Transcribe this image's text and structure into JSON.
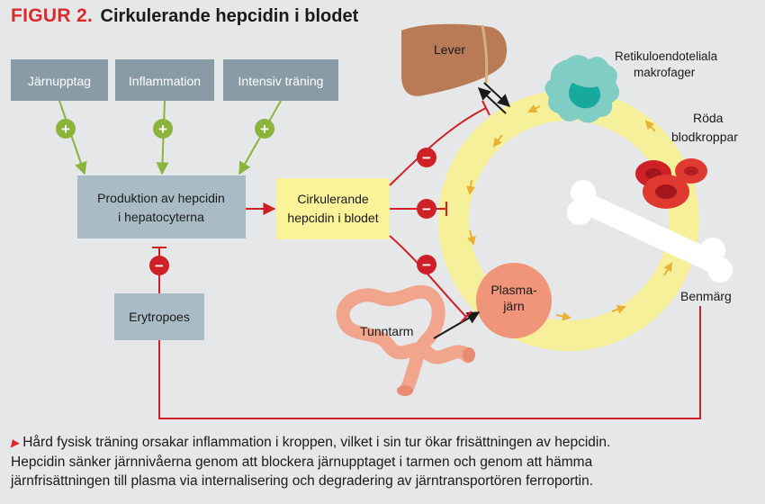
{
  "figure": {
    "label": "FIGUR 2.",
    "title": "Cirkulerande hepcidin i blodet"
  },
  "boxes": {
    "iron_uptake": "Järnupptag",
    "inflammation": "Inflammation",
    "intensive_training": "Intensiv träning",
    "production_line1": "Produktion av hepcidin",
    "production_line2": "i hepatocyterna",
    "circulating_line1": "Cirkulerande",
    "circulating_line2": "hepcidin i blodet",
    "erythropoiesis": "Erytropoes"
  },
  "labels": {
    "liver": "Lever",
    "macrophage_line1": "Retikuloendoteliala",
    "macrophage_line2": "makrofager",
    "rbc_line1": "Röda",
    "rbc_line2": "blodkroppar",
    "bone_marrow": "Benmärg",
    "plasma_line1": "Plasma-",
    "plasma_line2": "järn",
    "intestine": "Tunntarm"
  },
  "symbols": {
    "plus": "+",
    "minus": "−"
  },
  "caption": {
    "marker": "▶",
    "line1": "Hård fysisk träning orsakar inflammation i kroppen, vilket i sin tur ökar frisättningen av hepcidin.",
    "line2": "Hepcidin sänker järnnivåerna genom att blockera järnupptaget i tarmen och genom att hämma",
    "line3": "järnfrisättningen till plasma via internalisering och degradering av järntransportören ferroportin."
  },
  "colors": {
    "background": "#e6e7e9",
    "input_box": "#8a9ba8",
    "production_box": "#a9bcc6",
    "circulating_box": "#fbf39a",
    "plus": "#8ab43b",
    "minus": "#cf2027",
    "ring": "#f7f09a",
    "liver": "#b87b56",
    "plasma": "#f0957a",
    "intestine": "#f0a58c",
    "rbc": "#e03a30",
    "macrophage": "#7fcdc3"
  }
}
